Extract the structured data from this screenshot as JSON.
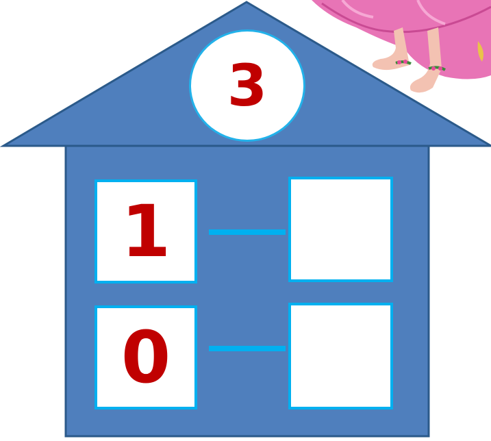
{
  "house": {
    "roof_number": "3",
    "rows": [
      {
        "left": "1",
        "right": ""
      },
      {
        "left": "0",
        "right": ""
      }
    ]
  },
  "colors": {
    "house_fill": "#4f7fbd",
    "house_outline": "#2b5a8a",
    "cell_border": "#00b0f0",
    "number_color": "#c00000"
  },
  "decoration": {
    "illustration": "fairy-doll-feet"
  }
}
